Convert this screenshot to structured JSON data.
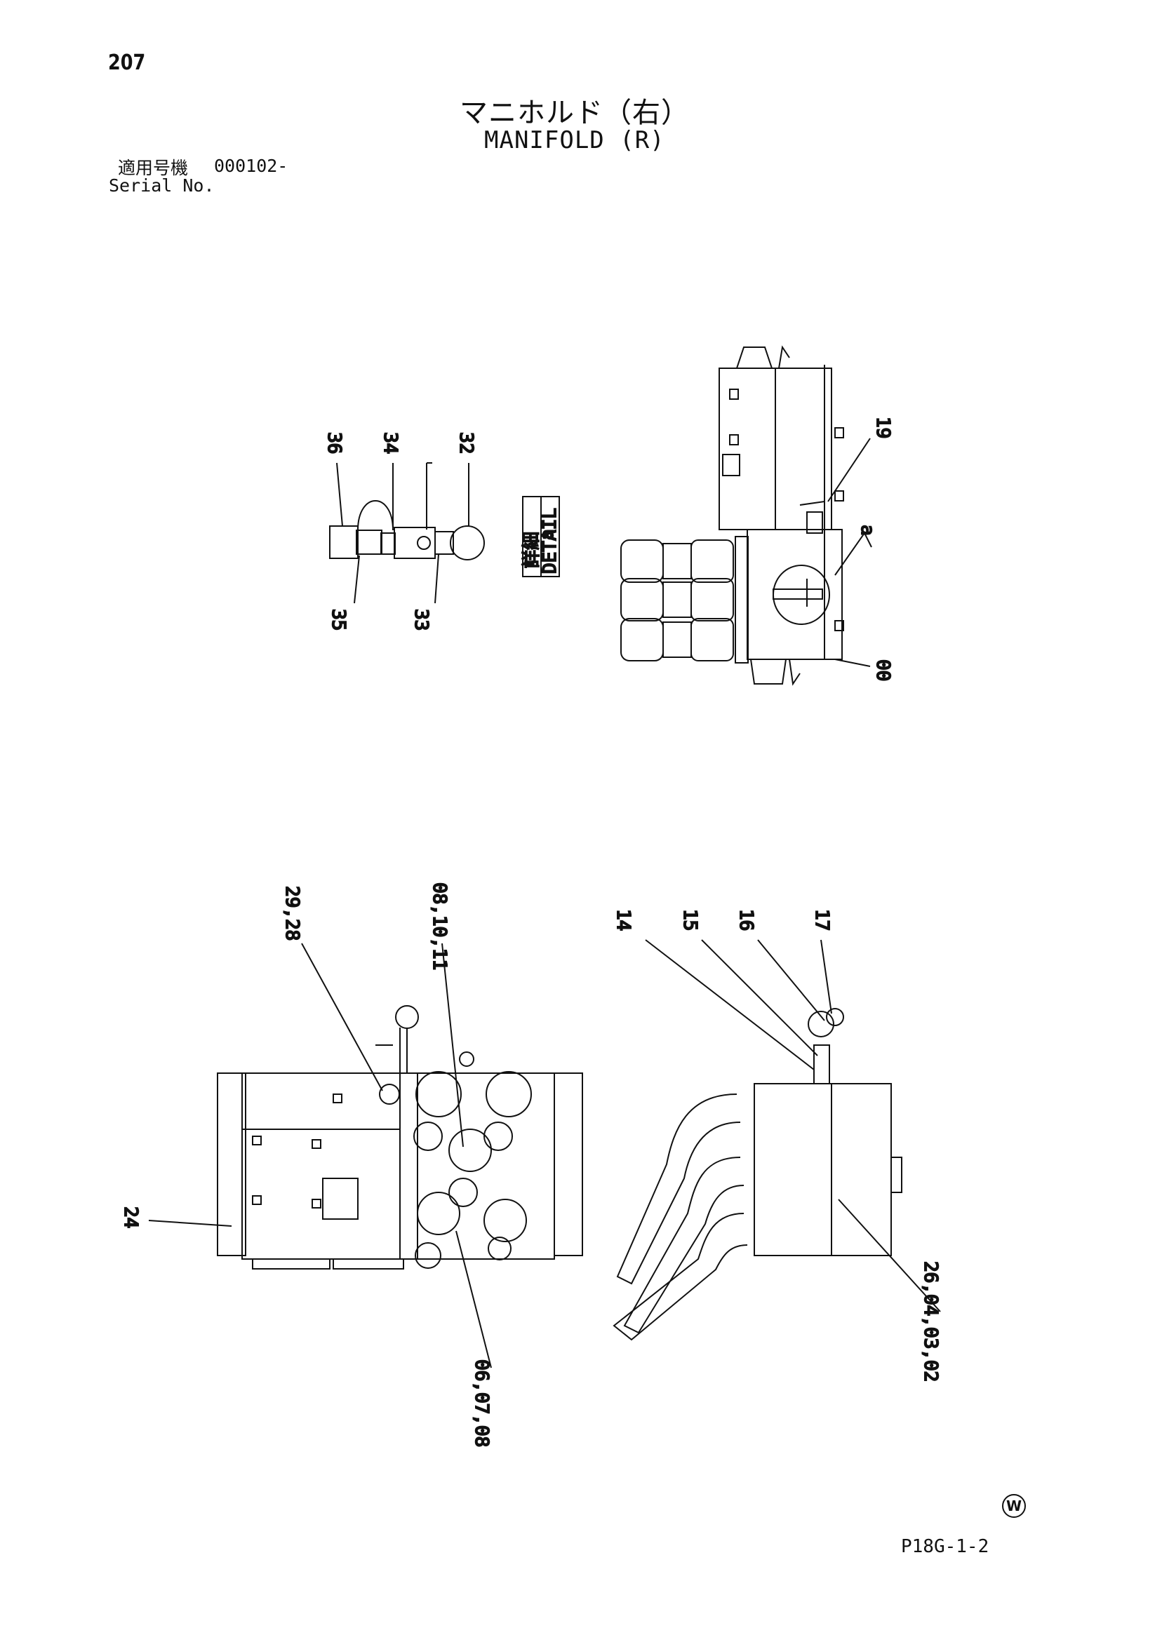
{
  "header": {
    "page_number": "207",
    "title_jp": "マニホルド（右）",
    "title_en": "MANIFOLD (R)",
    "serial_label_jp": "適用号機",
    "serial_value": "000102-",
    "serial_label_en": "Serial No."
  },
  "detail_box": {
    "label_jp": "詳細",
    "label_en": "DETAIL",
    "letter": "a"
  },
  "callouts": {
    "c36": "36",
    "c34": "34",
    "c32": "32",
    "c35": "35",
    "c33": "33",
    "c19": "19",
    "ca": "a",
    "c00": "00",
    "c29_28": "29,28",
    "c08_10_11": "08,10,11",
    "c14": "14",
    "c15": "15",
    "c16": "16",
    "c17": "17",
    "c24": "24",
    "c26_04_03_02": "26,04,03,02",
    "c06_07_08": "06,07,08"
  },
  "footer": {
    "mark": "W",
    "ref_code": "P18G-1-2"
  }
}
